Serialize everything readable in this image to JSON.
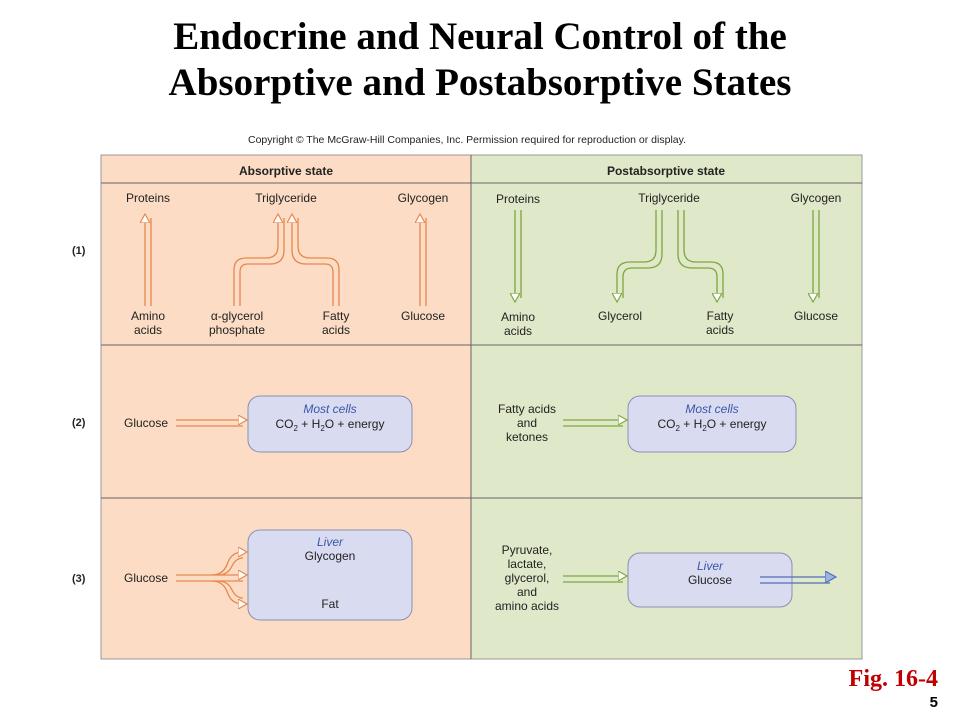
{
  "title": {
    "line1": "Endocrine and Neural Control of the",
    "line2": "Absorptive and Postabsorptive States"
  },
  "copyright": "Copyright © The McGraw-Hill Companies, Inc. Permission required for reproduction or display.",
  "headers": {
    "left": "Absorptive state",
    "right": "Postabsorptive state"
  },
  "rows": [
    "(1)",
    "(2)",
    "(3)"
  ],
  "colors": {
    "absorptive_bg": "#fcdcc4",
    "postabsorptive_bg": "#dfe8c8",
    "absorptive_arrow": "#e8874d",
    "postabsorptive_arrow": "#7ca83f",
    "box_fill": "#d9dcf1",
    "blue_arrow": "#4f6fb8",
    "figure_label": "#c00000"
  },
  "row1": {
    "absorptive": {
      "top": [
        "Proteins",
        "Triglyceride",
        "Glycogen"
      ],
      "amino": [
        "Amino",
        "acids"
      ],
      "glycerol_phosphate": [
        "α-glycerol",
        "phosphate"
      ],
      "fatty": [
        "Fatty",
        "acids"
      ],
      "glucose": "Glucose"
    },
    "postabsorptive": {
      "top": [
        "Proteins",
        "Triglyceride",
        "Glycogen"
      ],
      "amino": [
        "Amino",
        "acids"
      ],
      "glycerol": "Glycerol",
      "fatty": [
        "Fatty",
        "acids"
      ],
      "glucose": "Glucose"
    }
  },
  "row2": {
    "absorptive": {
      "input": "Glucose",
      "box_title": "Most cells",
      "box_text": "CO2 + H2O + energy"
    },
    "postabsorptive": {
      "input": [
        "Fatty acids",
        "and",
        "ketones"
      ],
      "box_title": "Most cells",
      "box_text": "CO2 + H2O + energy"
    }
  },
  "row3": {
    "absorptive": {
      "input": "Glucose",
      "box_title": "Liver",
      "line1": "Glycogen",
      "line2": "Fat"
    },
    "postabsorptive": {
      "input": [
        "Pyruvate,",
        "lactate,",
        "glycerol,",
        "and",
        "amino acids"
      ],
      "box_title": "Liver",
      "box_text": "Glucose"
    }
  },
  "figure_label": "Fig. 16-4",
  "page_number": "5"
}
